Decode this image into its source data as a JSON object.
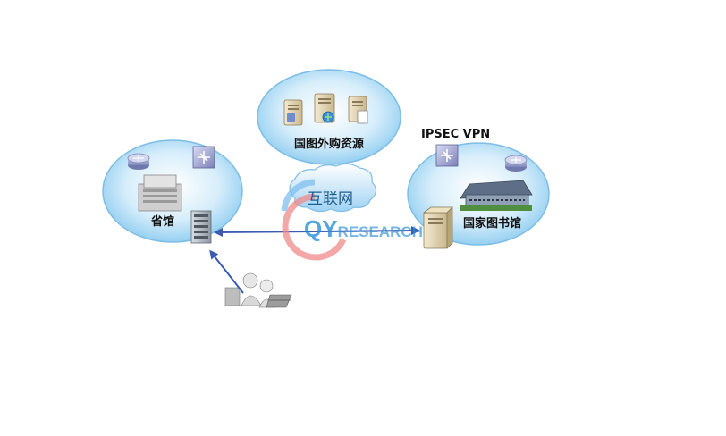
{
  "nodes": {
    "provincial_library": {
      "label": "省馆"
    },
    "national_library": {
      "label": "国家图书馆"
    },
    "external_resources": {
      "label": "国图外购资源"
    },
    "vpn": {
      "label": "IPSEC VPN"
    },
    "internet": {
      "label": "互联网"
    }
  },
  "watermark": {
    "text_qy": "QY",
    "text_rest": "RESEARCH"
  },
  "colors": {
    "ellipse_fill_inner": "#ffffff",
    "ellipse_fill_outer": "#7fc6ee",
    "ellipse_stroke": "#6ab4e0",
    "arrow": "#3b5ab0",
    "watermark_blue": "#2a8fd8",
    "watermark_red": "#e03a3a"
  }
}
